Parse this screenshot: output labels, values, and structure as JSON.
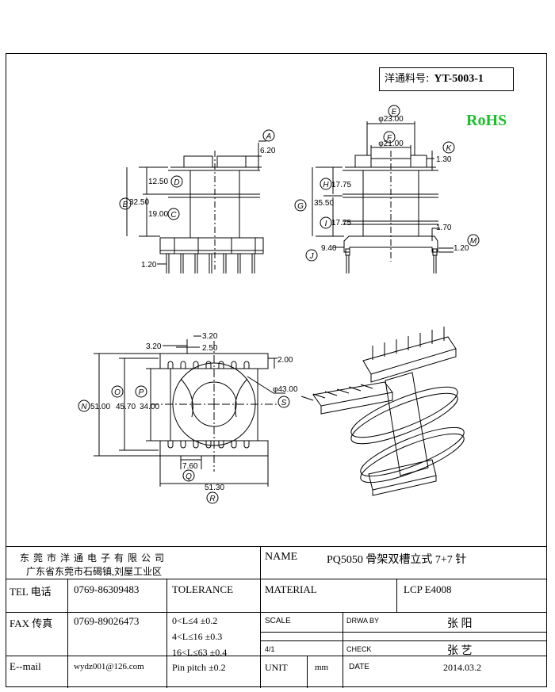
{
  "header": {
    "part_label": "洋通料号:",
    "part_no": "YT-5003-1",
    "rohs": "RoHS"
  },
  "side_view": {
    "A": "A",
    "A_dim": "6.20",
    "B": "B",
    "B_dim": "32.50",
    "D": "D",
    "D_dim": "12.50",
    "C": "C",
    "C_dim": "19.00",
    "pin_dim": "1.20"
  },
  "front_view": {
    "E": "E",
    "E_dim": "φ23.00",
    "F": "F",
    "F_dim": "φ21.00",
    "K": "K",
    "K_dim": "1.30",
    "H": "H",
    "H_dim": "17.75",
    "G": "G",
    "G_dim": "35.50",
    "I": "I",
    "I_dim": "17.75",
    "L_dim": "1.70",
    "J": "J",
    "J_dim": "9.40",
    "M": "M",
    "M_dim": "1.20"
  },
  "top_view": {
    "d1": "3.20",
    "d2": "3.20",
    "d3": "2.50",
    "d4": "2.00",
    "S": "S",
    "S_dim": "φ43.00",
    "N": "N",
    "N_dim": "51.00",
    "O": "O",
    "O_dim": "45.70",
    "P": "P",
    "P_dim": "34.00",
    "Q": "Q",
    "Q_dim": "7.60",
    "R": "R",
    "R_dim": "51.30"
  },
  "title_block": {
    "company": "东 莞 市 洋 通 电 子 有 限 公 司",
    "address": "广东省东莞市石碣镇,刘屋工业区",
    "name_label": "NAME",
    "name_value": "PQ5050 骨架双槽立式 7+7 针",
    "tel_label": "TEL 电话",
    "tel_value": "0769-86309483",
    "tolerance_label": "TOLERANCE",
    "material_label": "MATERIAL",
    "material_value": "LCP   E4008",
    "fax_label": "FAX 传真",
    "fax_value": "0769-89026473",
    "tol_rows": [
      "0<L≤4  ±0.2",
      "4<L≤16  ±0.3",
      "16<L≤63  ±0.4"
    ],
    "scale_label": "SCALE",
    "scale_value": "4/1",
    "drwaby_label": "DRWA BY",
    "drwaby_value": "张 阳",
    "check_label": "CHECK",
    "check_value": "张 艺",
    "email_label": "E--mail",
    "email_value": "wydz001@126.com",
    "pin_pitch": "Pin pitch ±0.2",
    "unit_label": "UNIT",
    "unit_value": "mm",
    "date_label": "DATE",
    "date_value": "2014.03.2"
  }
}
